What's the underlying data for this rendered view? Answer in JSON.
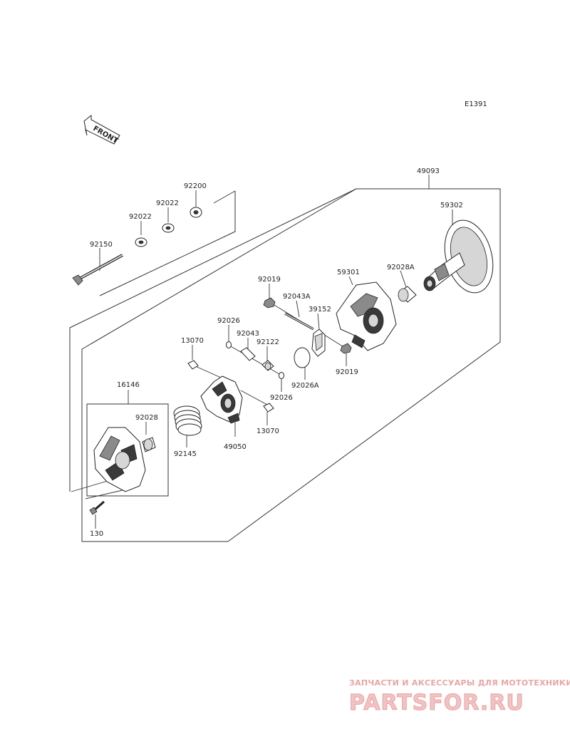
{
  "diagram_id": "E1391",
  "front_label": "FRONT",
  "parts": {
    "p49093": "49093",
    "p59302": "59302",
    "p92028A": "92028A",
    "p59301": "59301",
    "p92019_top": "92019",
    "p92043A": "92043A",
    "p39152": "39152",
    "p92019_bottom": "92019",
    "p92026A": "92026A",
    "p92026_top": "92026",
    "p92043": "92043",
    "p92122": "92122",
    "p92026_bottom": "92026",
    "p13070_left": "13070",
    "p13070_right": "13070",
    "p49050": "49050",
    "p92145": "92145",
    "p16146": "16146",
    "p92028": "92028",
    "p130": "130",
    "p92150": "92150",
    "p92022_left": "92022",
    "p92022_right": "92022",
    "p92200": "92200"
  },
  "watermark": {
    "subtitle": "ЗАПЧАСТИ И АКСЕССУАРЫ ДЛЯ МОТОТЕХНИКИ",
    "brand": "PARTSFOR.RU"
  }
}
